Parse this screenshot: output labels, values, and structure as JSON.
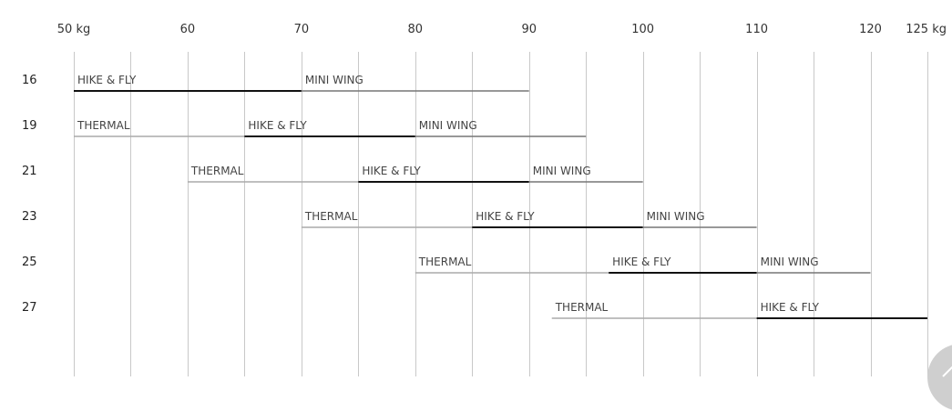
{
  "chart_data": {
    "type": "bar",
    "x_ticks": [
      {
        "value": 50,
        "label": "50 kg"
      },
      {
        "value": 60,
        "label": "60"
      },
      {
        "value": 70,
        "label": "70"
      },
      {
        "value": 80,
        "label": "80"
      },
      {
        "value": 90,
        "label": "90"
      },
      {
        "value": 100,
        "label": "100"
      },
      {
        "value": 110,
        "label": "110"
      },
      {
        "value": 120,
        "label": "120"
      },
      {
        "value": 125,
        "label": "125 kg"
      }
    ],
    "gridlines": [
      50,
      55,
      60,
      65,
      70,
      75,
      80,
      85,
      90,
      95,
      100,
      105,
      110,
      115,
      120,
      125
    ],
    "xlim": [
      50,
      125
    ],
    "rows": [
      {
        "size": "16",
        "segments": [
          {
            "label": "HIKE & FLY",
            "start": 50,
            "end": 70,
            "style": "bold"
          },
          {
            "label": "MINI WING",
            "start": 70,
            "end": 90,
            "style": "medium"
          }
        ]
      },
      {
        "size": "19",
        "segments": [
          {
            "label": "THERMAL",
            "start": 50,
            "end": 65,
            "style": "light"
          },
          {
            "label": "HIKE & FLY",
            "start": 65,
            "end": 80,
            "style": "bold"
          },
          {
            "label": "MINI WING",
            "start": 80,
            "end": 95,
            "style": "medium"
          }
        ]
      },
      {
        "size": "21",
        "segments": [
          {
            "label": "THERMAL",
            "start": 60,
            "end": 75,
            "style": "light"
          },
          {
            "label": "HIKE & FLY",
            "start": 75,
            "end": 90,
            "style": "bold"
          },
          {
            "label": "MINI WING",
            "start": 90,
            "end": 100,
            "style": "medium"
          }
        ]
      },
      {
        "size": "23",
        "segments": [
          {
            "label": "THERMAL",
            "start": 70,
            "end": 85,
            "style": "light"
          },
          {
            "label": "HIKE & FLY",
            "start": 85,
            "end": 100,
            "style": "bold"
          },
          {
            "label": "MINI WING",
            "start": 100,
            "end": 110,
            "style": "medium"
          }
        ]
      },
      {
        "size": "25",
        "segments": [
          {
            "label": "THERMAL",
            "start": 80,
            "end": 97,
            "style": "light"
          },
          {
            "label": "HIKE & FLY",
            "start": 97,
            "end": 110,
            "style": "bold"
          },
          {
            "label": "MINI WING",
            "start": 110,
            "end": 120,
            "style": "medium"
          }
        ]
      },
      {
        "size": "27",
        "segments": [
          {
            "label": "THERMAL",
            "start": 92,
            "end": 110,
            "style": "light"
          },
          {
            "label": "HIKE & FLY",
            "start": 110,
            "end": 125,
            "style": "bold"
          }
        ]
      }
    ],
    "grid": true,
    "colors": {
      "bold": "#111111",
      "medium": "#777777",
      "light": "#aaaaaa",
      "grid": "#c8c8c8"
    }
  },
  "scroll_button": {
    "icon": "chevron-up-icon"
  }
}
